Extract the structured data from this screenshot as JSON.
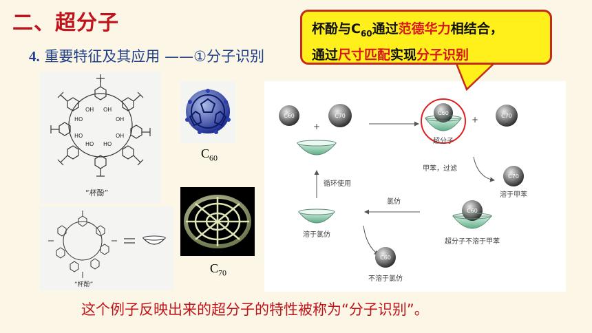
{
  "title": "二、超分子",
  "subtitle": {
    "number": "4.",
    "text": "重要特征及其应用 ——①分子识别"
  },
  "callout": {
    "line1_a": "杯酚与C",
    "line1_sub": "60",
    "line1_b": "通过",
    "line1_red": "范德华力",
    "line1_c": "相结合，",
    "line2_a": "通过",
    "line2_red1": "尺寸匹配",
    "line2_b": "实现",
    "line2_red2": "分子识别"
  },
  "calixarene": {
    "label": "“杯酚”",
    "label2": "“杯酚”",
    "oh": "OH",
    "ho": "HO"
  },
  "c60": {
    "base": "C",
    "sub": "60"
  },
  "c70": {
    "base": "C",
    "sub": "70"
  },
  "process": {
    "ball_c60": "C60",
    "ball_c70": "C70",
    "plus": "+",
    "supramolecule": "超分子",
    "step_toluene": "甲苯，过滤",
    "dissolves_toluene": "溶于甲苯",
    "insoluble_toluene": "超分子不溶于甲苯",
    "chloroform": "氯仿",
    "dissolves_chloroform": "溶于氯仿",
    "insoluble_chloroform": "不溶于氯仿",
    "recycle": "循环使用"
  },
  "bottom_text": "这个例子反映出来的超分子的特性被称为“分子识别”。",
  "colors": {
    "title": "#c0141c",
    "subtitle": "#1f3f8a",
    "callout_bg": "#ffef1a",
    "callout_border": "#c42a1a",
    "highlight": "#d6171a",
    "background": "#fbf6e6"
  }
}
